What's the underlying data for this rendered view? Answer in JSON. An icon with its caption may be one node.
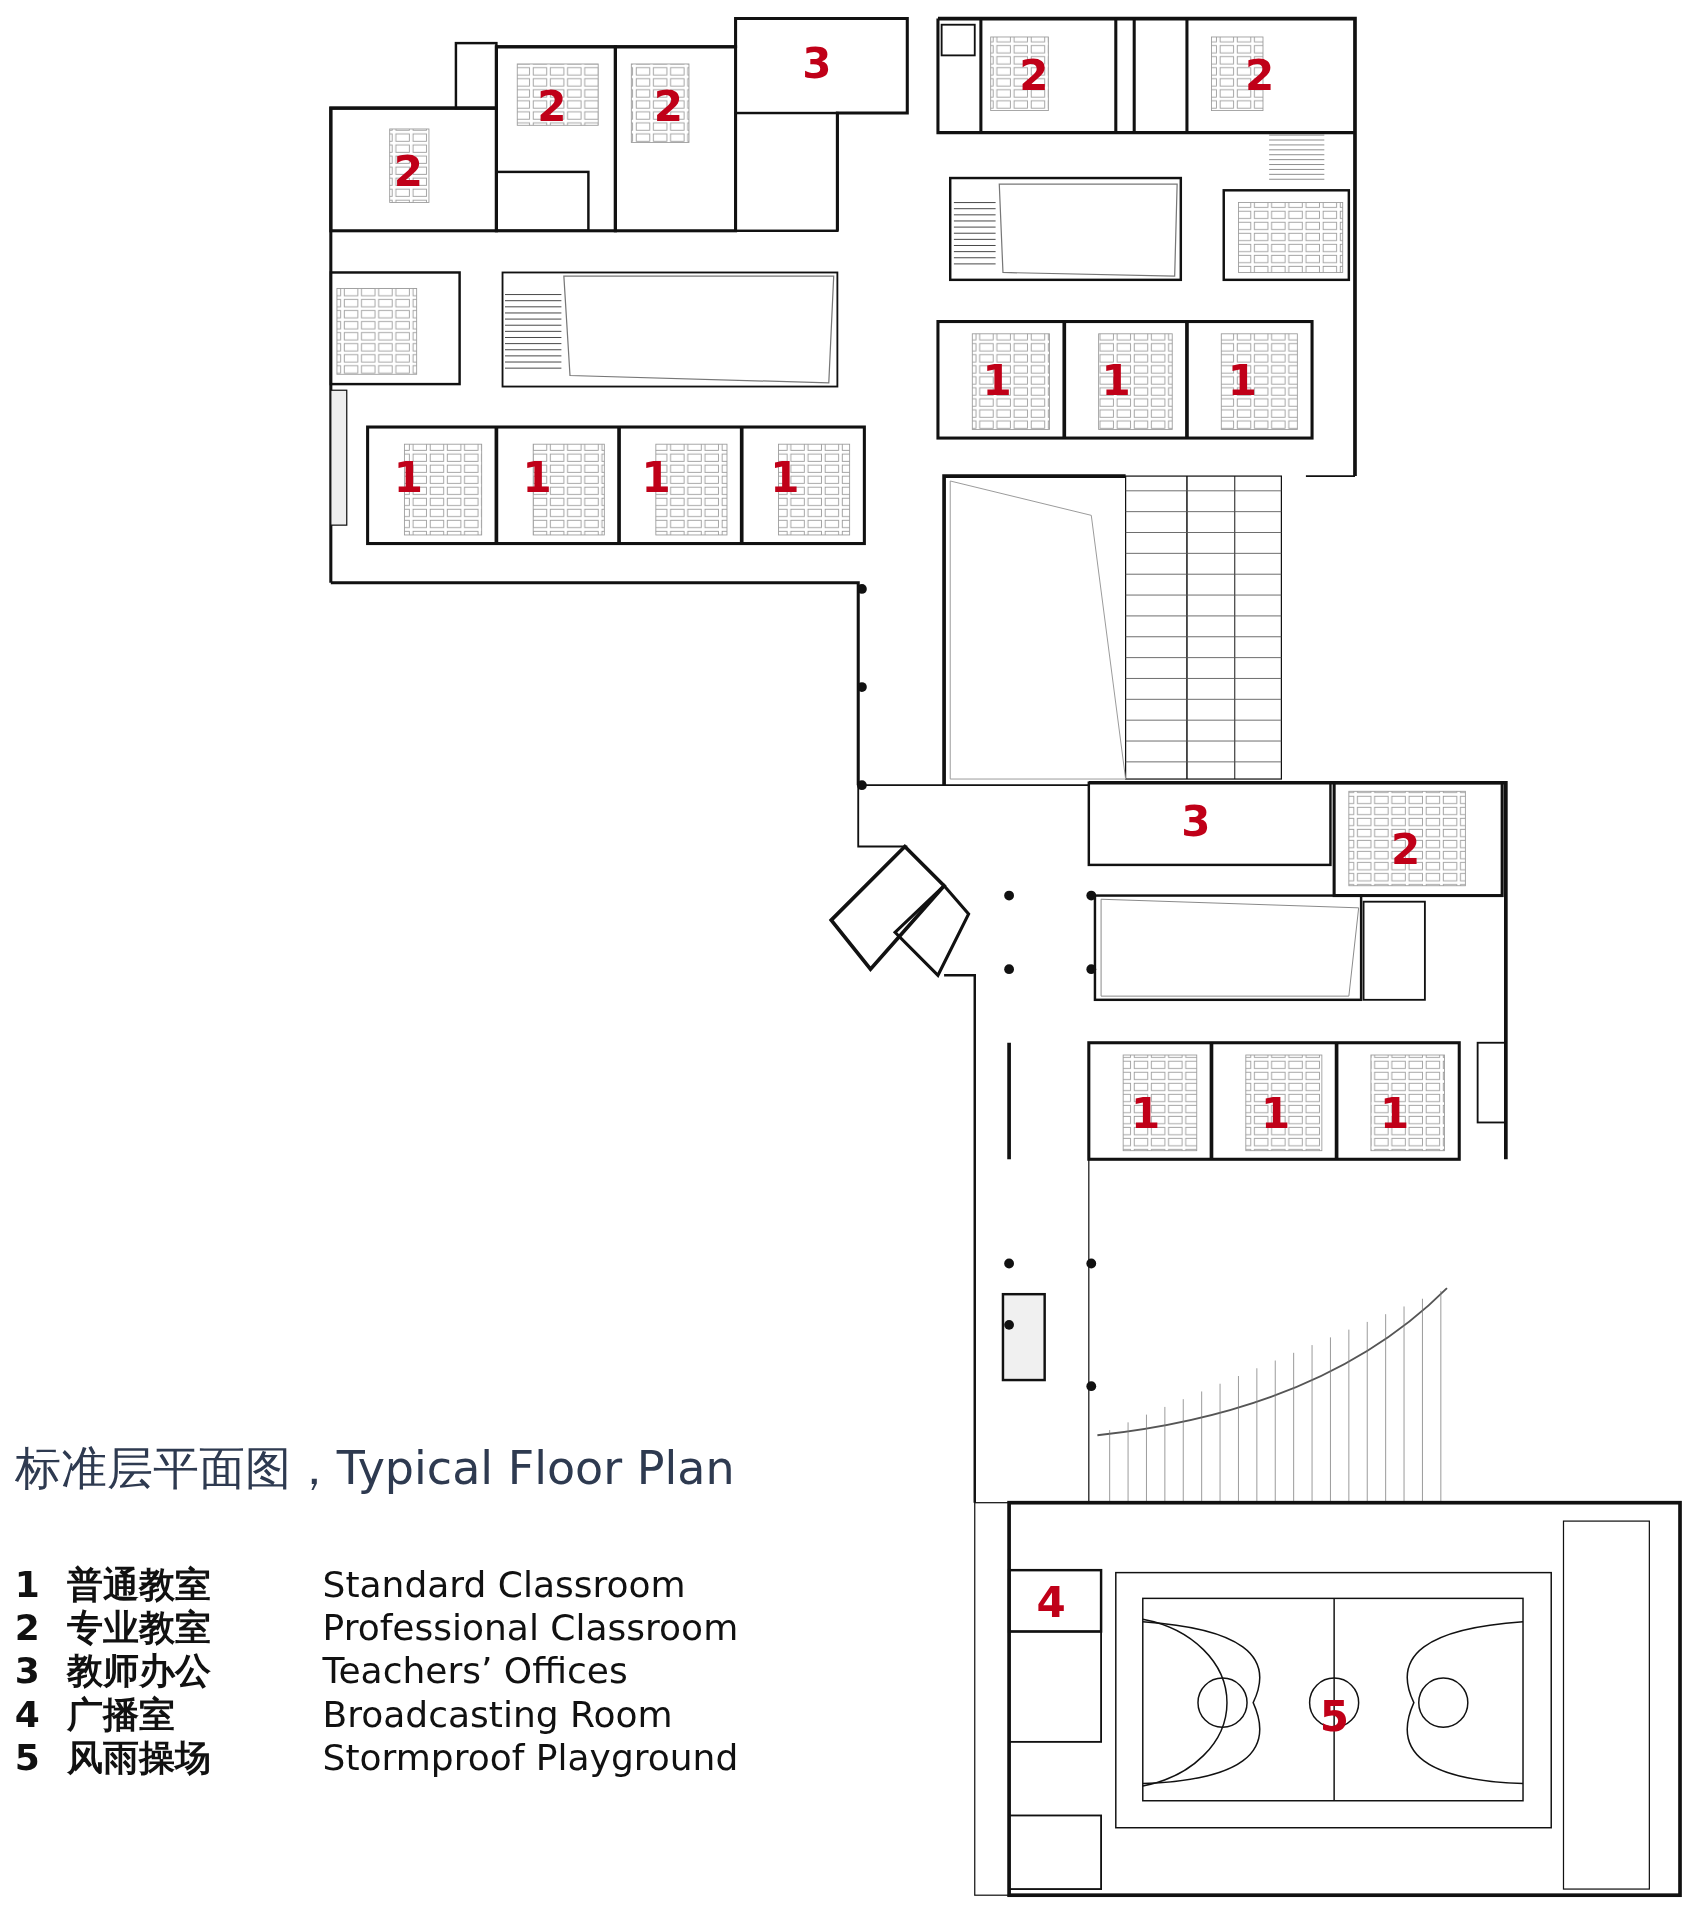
{
  "diagram": {
    "title": "标准层平面图，Typical Floor Plan",
    "labels": [
      "3",
      "2",
      "2",
      "2",
      "2",
      "2",
      "1",
      "1",
      "1",
      "1",
      "1",
      "1",
      "1",
      "3",
      "2",
      "1",
      "1",
      "1",
      "4",
      "5",
      "1",
      "普通教室",
      "Standard Classroom",
      "2",
      "专业教室",
      "Professional Classroom",
      "3",
      "教师办公",
      "Teachers’ Offices",
      "4",
      "广播室",
      "Broadcasting Room",
      "5",
      "风雨操场",
      "Stormproof Playground"
    ]
  }
}
